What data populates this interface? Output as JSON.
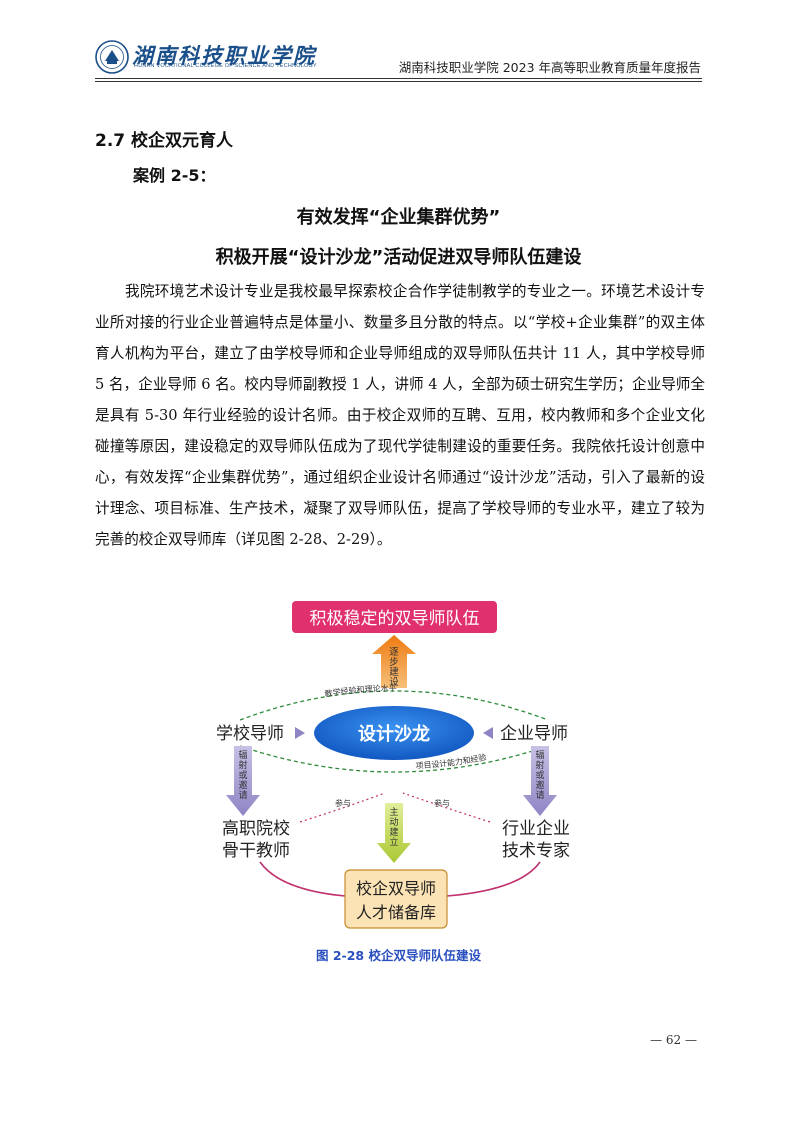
{
  "header": {
    "logo_script": "湖南科技职业学院",
    "logo_english": "HUNAN VOCATIONAL COLLEGE OF SCIENCE AND TECHNOLOGY",
    "report_title": "湖南科技职业学院 2023 年高等职业教育质量年度报告"
  },
  "section_title": "2.7 校企双元育人",
  "case_label": "案例 2-5：",
  "case_title_1": "有效发挥“企业集群优势”",
  "case_title_2": "积极开展“设计沙龙”活动促进双导师队伍建设",
  "body_paragraph": "我院环境艺术设计专业是我校最早探索校企合作学徒制教学的专业之一。环境艺术设计专业所对接的行业企业普遍特点是体量小、数量多且分散的特点。以“学校+企业集群”的双主体育人机构为平台，建立了由学校导师和企业导师组成的双导师队伍共计 11 人，其中学校导师 5 名，企业导师 6 名。校内导师副教授 1 人，讲师 4 人，全部为硕士研究生学历；企业导师全是具有 5-30 年行业经验的设计名师。由于校企双师的互聘、互用，校内教师和多个企业文化碰撞等原因，建设稳定的双导师队伍成为了现代学徒制建设的重要任务。我院依托设计创意中心，有效发挥“企业集群优势”，通过组织企业设计名师通过“设计沙龙”活动，引入了最新的设计理念、项目标准、生产技术，凝聚了双导师队伍，提高了学校导师的专业水平，建立了较为完善的校企双导师库（详见图 2-28、2-29）。",
  "figure": {
    "top_box": "积极稳定的双导师队伍",
    "up_arrow_text": [
      "逐",
      "步",
      "建",
      "设"
    ],
    "arc_top_text": "教学经验和理论水平",
    "arc_bottom_text": "项目设计能力和经验",
    "center": "设计沙龙",
    "left_node": "学校导师",
    "right_node": "企业导师",
    "left_arrow_text": [
      "辐",
      "射",
      "或",
      "邀",
      "请"
    ],
    "right_arrow_text": [
      "辐",
      "射",
      "或",
      "邀",
      "请"
    ],
    "center_arrow_text": [
      "主",
      "动",
      "建",
      "立"
    ],
    "participate_left": "参与",
    "participate_right": "参与",
    "bottom_left_1": "高职院校",
    "bottom_left_2": "骨干教师",
    "bottom_right_1": "行业企业",
    "bottom_right_2": "技术专家",
    "bottom_box_1": "校企双导师",
    "bottom_box_2": "人才储备库",
    "colors": {
      "pink": "#e0306e",
      "orange": "#f08a1c",
      "blue_oval": "#1b6fd8",
      "purple": "#a69bd0",
      "green": "#b8d444",
      "magenta_line": "#c0306e",
      "cream": "#fbe3b5"
    }
  },
  "caption": "图 2-28  校企双导师队伍建设",
  "page_number": "— 62 —"
}
